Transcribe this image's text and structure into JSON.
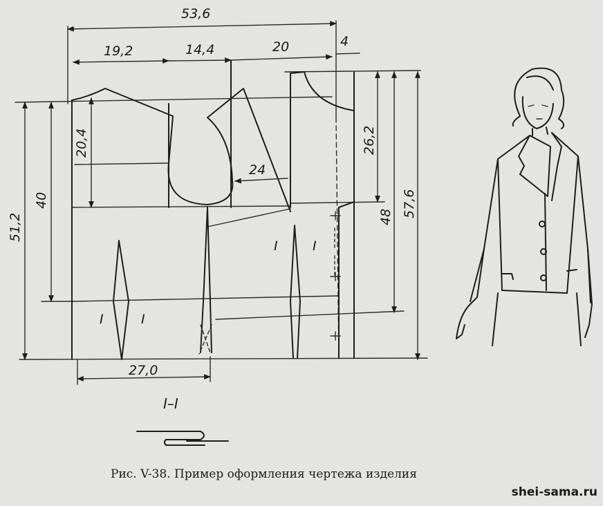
{
  "dimensions": {
    "total_width": "53,6",
    "back_width": "19,2",
    "armhole_width": "14,4",
    "front_width": "20",
    "overlap": "4",
    "back_armhole_depth": "20,4",
    "dart_line": "24",
    "front_armhole_depth": "26,2",
    "waist_length_back": "40",
    "full_length_back": "51,2",
    "waist_length_front": "48",
    "full_length_front": "57,6",
    "hip_width": "27,0"
  },
  "section_marks": {
    "back_left": "I",
    "back_right": "I",
    "front_left": "I",
    "front_right": "I",
    "section_label": "I–I"
  },
  "caption": "Рис. V-38. Пример оформления чертежа изделия",
  "watermark": "shei-sama.ru"
}
